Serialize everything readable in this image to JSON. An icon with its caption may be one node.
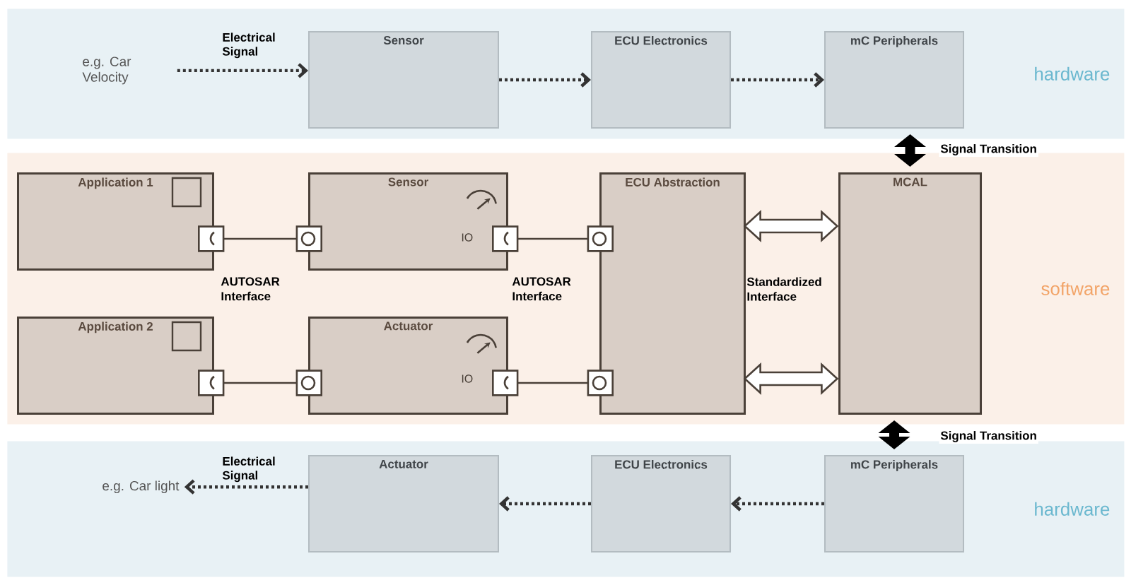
{
  "diagram": {
    "nodes": [
      {
        "text": [
          "hardware"
        ]
      },
      {
        "text": [
          "e.g. Car Velocity"
        ],
        "in": 0
      },
      {
        "text": [
          "Sensor"
        ],
        "in": 0
      },
      {
        "text": [
          "ECU Electronics"
        ],
        "in": 0
      },
      {
        "text": [
          "mC Peripherals"
        ],
        "in": 0
      },
      {
        "text": [
          "software"
        ]
      },
      {
        "text": [
          "Application 1"
        ],
        "in": 5
      },
      {
        "text": [
          "Sensor"
        ],
        "in": 5
      },
      {
        "text": [
          "Application 2"
        ],
        "in": 5
      },
      {
        "text": [
          "Actuator"
        ],
        "in": 5
      },
      {
        "text": [
          "ECU Abstraction"
        ],
        "in": 5
      },
      {
        "text": [
          "MCAL"
        ],
        "in": 5
      },
      {
        "text": [
          "hardware"
        ]
      },
      {
        "text": [
          "Actuator"
        ],
        "in": 12
      },
      {
        "text": [
          "ECU Electronics"
        ],
        "in": 12
      },
      {
        "text": [
          "mC Peripherals"
        ],
        "in": 12
      },
      {
        "text": [
          "e.g. Car light"
        ],
        "in": 12
      }
    ],
    "edges": [
      {
        "from": 1,
        "to": 2,
        "arrow": "to",
        "style": "dashed",
        "label": "Electrical Signal"
      },
      {
        "from": 2,
        "to": 3,
        "arrow": "to",
        "style": "dashed"
      },
      {
        "from": 3,
        "to": 4,
        "arrow": "to",
        "style": "dashed"
      },
      {
        "from": 4,
        "to": 11,
        "arrow": "both",
        "style": "thick",
        "label": "Signal Transition"
      },
      {
        "from": 6,
        "to": 7,
        "arrow": "other"
      },
      {
        "from": 7,
        "to": 10,
        "arrow": "other"
      },
      {
        "from": 8,
        "to": 9,
        "arrow": "other"
      },
      {
        "from": 9,
        "to": 10,
        "arrow": "other"
      },
      {
        "from": 10,
        "to": 11,
        "arrow": "both",
        "style": "thick"
      },
      {
        "from": 10,
        "to": 11,
        "arrow": "both",
        "style": "thick"
      },
      {
        "from": 11,
        "to": 15,
        "arrow": "both",
        "style": "thick",
        "label": "Signal Transition"
      },
      {
        "from": 15,
        "to": 14,
        "arrow": "to",
        "style": "dashed"
      },
      {
        "from": 14,
        "to": 13,
        "arrow": "to",
        "style": "dashed"
      },
      {
        "from": 13,
        "to": 16,
        "arrow": "to",
        "style": "dashed",
        "label": "Electrical Signal"
      }
    ],
    "labels": [
      "IO",
      "AUTOSAR Interface",
      "AUTOSAR Interface",
      "Standardized Interface",
      "IO"
    ]
  }
}
